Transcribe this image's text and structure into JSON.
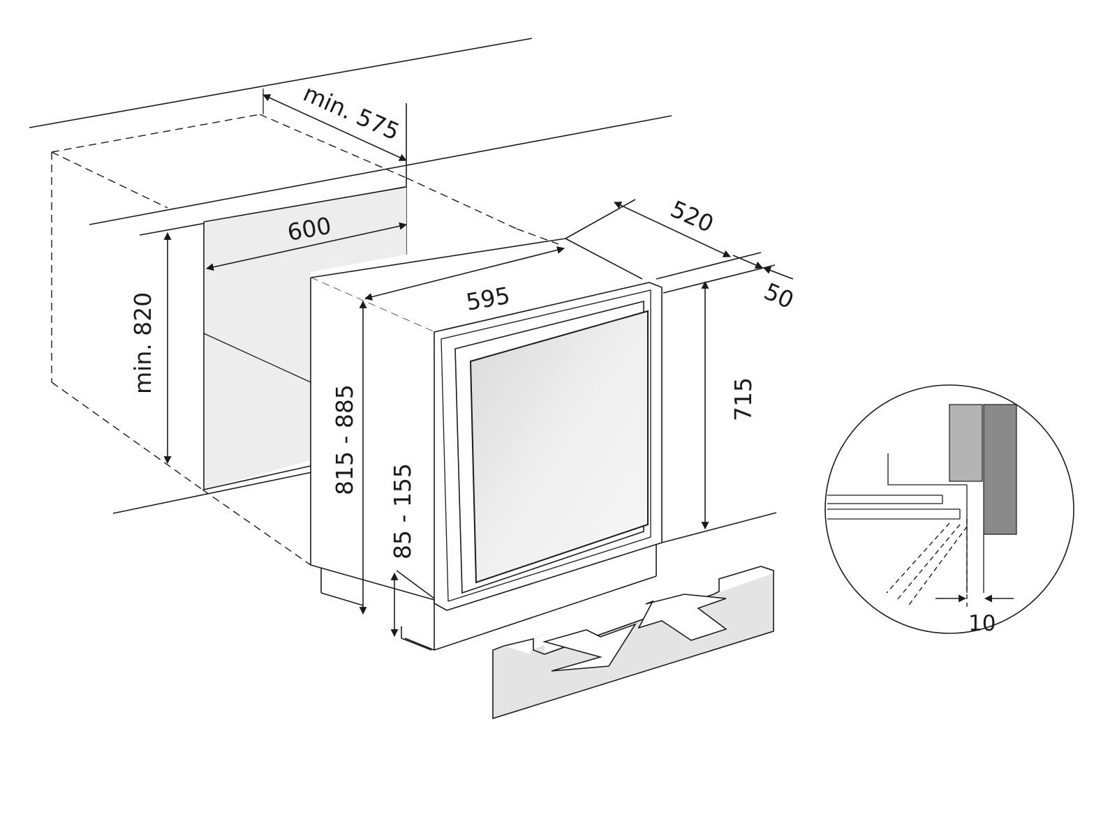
{
  "dimensions": {
    "niche_depth": "min. 575",
    "niche_width": "600",
    "niche_height": "min. 820",
    "appliance_depth": "520",
    "door_thickness": "50",
    "appliance_width": "595",
    "appliance_height_range": "815 - 885",
    "plinth_height_range": "85 - 155",
    "door_height": "715",
    "detail_gap": "10"
  },
  "colors": {
    "line": "#1a1a1a",
    "niche_fill": "#ededed",
    "glass_fill": "#e9e9e9",
    "plinth_fill": "#e4e4e4",
    "detail_light": "#b3b3b3",
    "detail_dark": "#8a8a8a"
  },
  "icons": {
    "airflow_out": "airflow-out-arrow-icon",
    "airflow_in": "airflow-in-arrow-icon"
  }
}
